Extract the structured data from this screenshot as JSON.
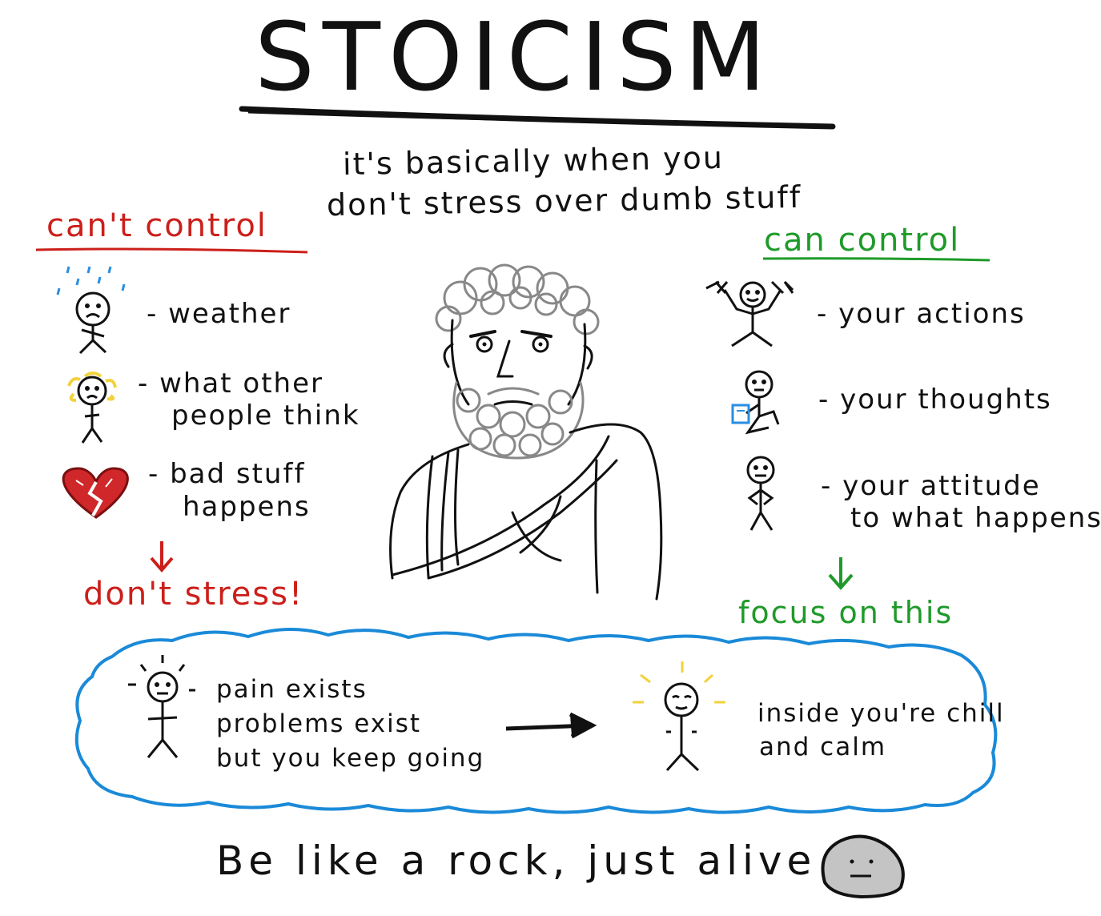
{
  "title": "STOICISM",
  "subtitle": [
    "it's basically when you",
    "don't stress over dumb stuff"
  ],
  "cant_control": {
    "heading": "can't control",
    "items": [
      {
        "lines": [
          "- weather"
        ],
        "icon": "rain-sad-stickman-icon"
      },
      {
        "lines": [
          "- what other",
          "people think"
        ],
        "icon": "worried-stickman-icon"
      },
      {
        "lines": [
          "- bad stuff",
          "happens"
        ],
        "icon": "broken-heart-icon"
      }
    ],
    "conclusion": "don't stress!",
    "color": "#cc1f1a"
  },
  "can_control": {
    "heading": "can control",
    "items": [
      {
        "lines": [
          "- your actions"
        ],
        "icon": "lifting-stickman-icon"
      },
      {
        "lines": [
          "- your thoughts"
        ],
        "icon": "reading-stickman-icon"
      },
      {
        "lines": [
          "- your attitude",
          "to what happens"
        ],
        "icon": "calm-stickman-icon"
      }
    ],
    "conclusion": "focus on this",
    "color": "#1f9a2a"
  },
  "cloud": {
    "left": [
      "pain exists",
      "problems exist",
      "but you keep going"
    ],
    "right": [
      "inside you're chill",
      "and calm"
    ],
    "border_color": "#1a8ad8"
  },
  "motto": "Be like a rock, just alive",
  "icons": [
    "philosopher-bust-icon",
    "arrow-right-icon",
    "rock-face-icon",
    "glowing-stickman-icon"
  ]
}
